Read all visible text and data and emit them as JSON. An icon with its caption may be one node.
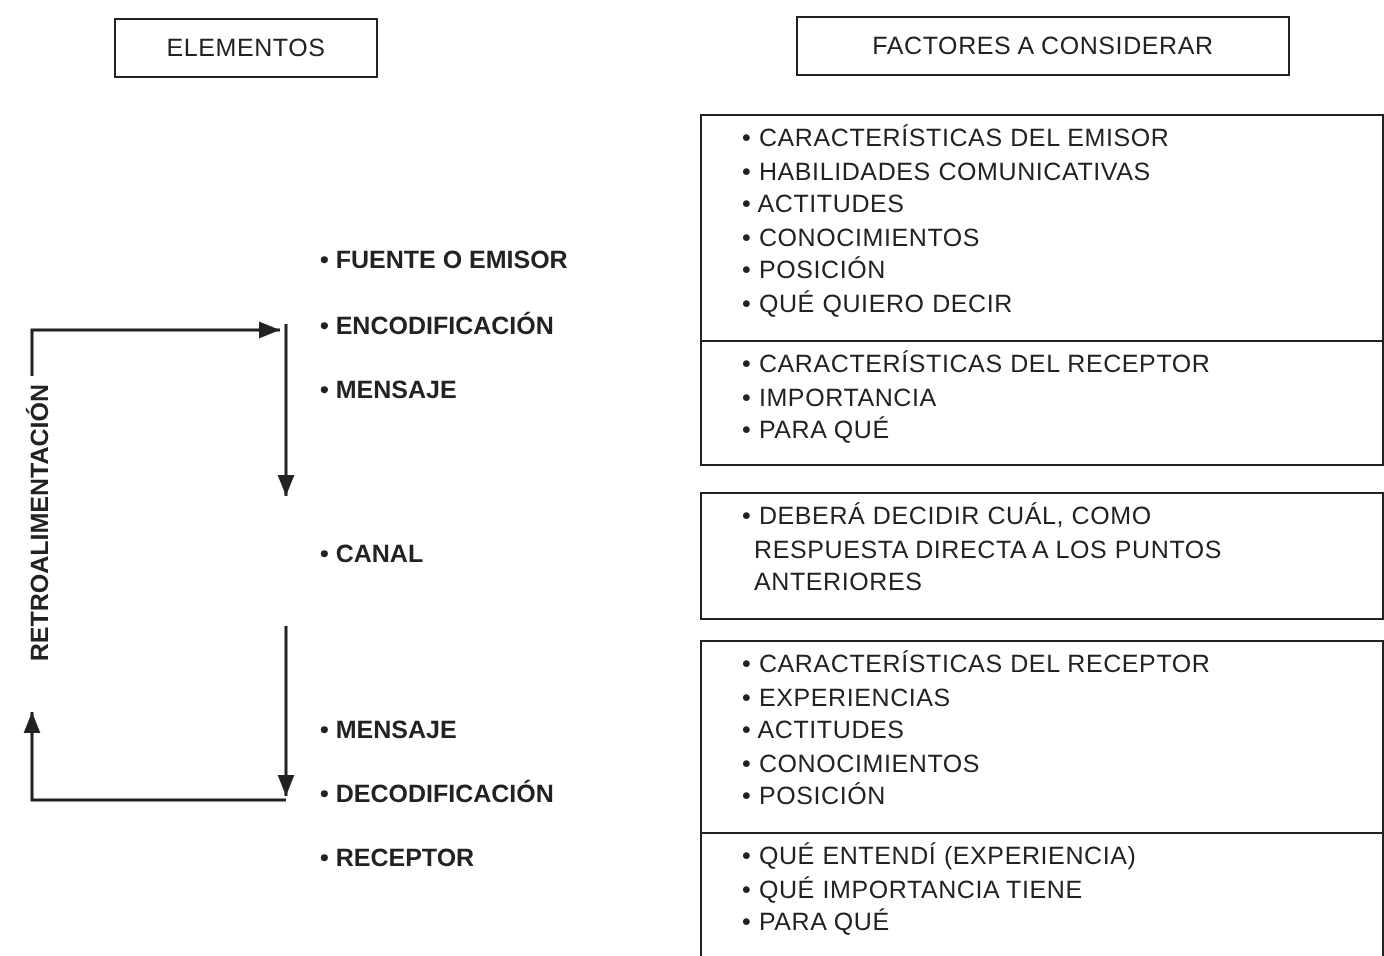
{
  "diagram": {
    "nodes": [
      {
        "text": [
          "ELEMENTOS"
        ]
      },
      {
        "text": [
          "FACTORES A CONSIDERAR"
        ]
      },
      {
        "text": [
          "• CARACTERÍSTICAS DEL EMISOR",
          "• HABILIDADES COMUNICATIVAS",
          "• ACTITUDES",
          "• CONOCIMIENTOS",
          "• POSICIÓN",
          "• QUÉ QUIERO DECIR"
        ]
      },
      {
        "text": [
          "• FUENTE O EMISOR"
        ]
      },
      {
        "text": [
          "• ENCODIFICACIÓN"
        ]
      },
      {
        "text": [
          "• MENSAJE"
        ]
      },
      {
        "text": [
          "• CARACTERÍSTICAS DEL RECEPTOR",
          "• IMPORTANCIA",
          "• PARA QUÉ"
        ]
      },
      {
        "text": [
          "RETROALIMENTACIÓN"
        ]
      },
      {
        "text": [
          "• CANAL"
        ]
      },
      {
        "text": [
          "• DEBERÁ DECIDIR CUÁL, COMO RESPUESTA DIRECTA A LOS PUNTOS ANTERIORES"
        ]
      },
      {
        "text": [
          "• CARACTERÍSTICAS DEL RECEPTOR",
          "• EXPERIENCIAS",
          "• ACTITUDES",
          "• CONOCIMIENTOS",
          "• POSICIÓN"
        ]
      },
      {
        "text": [
          "• MENSAJE"
        ]
      },
      {
        "text": [
          "• DECODIFICACIÓN"
        ]
      },
      {
        "text": [
          "• RECEPTOR"
        ]
      },
      {
        "text": [
          "• QUÉ ENTENDÍ (EXPERIENCIA)",
          "• QUÉ IMPORTANCIA TIENE",
          "• PARA QUÉ"
        ]
      }
    ],
    "edges": [
      {
        "from": 4,
        "to": 8,
        "arrow": "to"
      },
      {
        "from": 8,
        "to": 12,
        "arrow": "to"
      },
      {
        "from": 12,
        "to": 7,
        "arrow": "to"
      },
      {
        "from": 7,
        "to": 4,
        "arrow": "to"
      }
    ]
  }
}
